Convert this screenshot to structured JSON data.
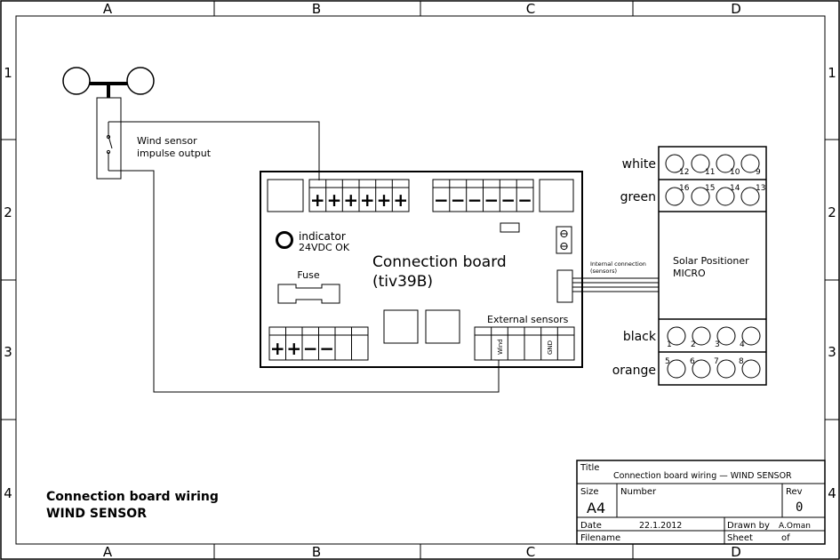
{
  "frame": {
    "columns": [
      "A",
      "B",
      "C",
      "D"
    ],
    "rows": [
      "1",
      "2",
      "3",
      "4"
    ]
  },
  "wind_sensor": {
    "label_line1": "Wind sensor",
    "label_line2": "impulse output"
  },
  "board": {
    "title_line1": "Connection board",
    "title_line2": "(tiv39B)",
    "indicator_line1": "indicator",
    "indicator_line2": "24VDC OK",
    "fuse_label": "Fuse",
    "external_sensors_label": "External sensors",
    "terminal_wind": "Wind",
    "terminal_gnd": "GND",
    "plus_symbol": "+",
    "minus_symbol": "−"
  },
  "internal_connection": {
    "line1": "Internal connection",
    "line2": "(sensors)"
  },
  "positioner": {
    "name_line1": "Solar Positioner",
    "name_line2": "MICRO",
    "rows": [
      {
        "color": "white",
        "pins": [
          "12",
          "11",
          "10",
          "9"
        ]
      },
      {
        "color": "green",
        "pins": [
          "16",
          "15",
          "14",
          "13"
        ]
      },
      {
        "color": "black",
        "pins": [
          "1",
          "2",
          "3",
          "4"
        ]
      },
      {
        "color": "orange",
        "pins": [
          "5",
          "6",
          "7",
          "8"
        ]
      }
    ]
  },
  "heading": {
    "line1": "Connection board wiring",
    "line2": "WIND SENSOR"
  },
  "title_block": {
    "title_label": "Title",
    "title_value": "Connection board wiring — WIND SENSOR",
    "size_label": "Size",
    "size_value": "A4",
    "number_label": "Number",
    "rev_label": "Rev",
    "rev_value": "0",
    "date_label": "Date",
    "date_value": "22.1.2012",
    "drawn_by_label": "Drawn by",
    "drawn_by_value": "A.Oman",
    "filename_label": "Filename",
    "sheet_label": "Sheet",
    "of_label": "of"
  }
}
